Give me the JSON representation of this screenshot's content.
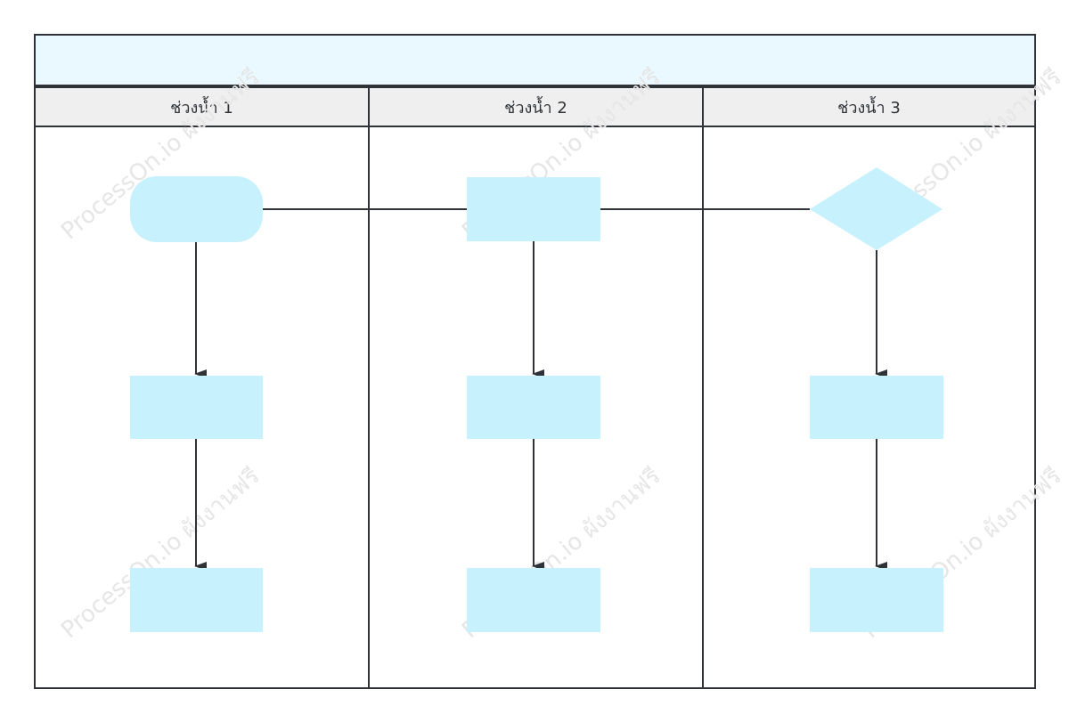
{
  "pool": {
    "title": ""
  },
  "lanes": [
    {
      "label": "ช่วงน้ำ 1"
    },
    {
      "label": "ช่วงน้ำ 2"
    },
    {
      "label": "ช่วงน้ำ 3"
    }
  ],
  "watermark": {
    "text": "ProcessOn.io ผังงานฟรี"
  },
  "colors": {
    "shape_fill": "#c6f1fd",
    "line": "#2f3337",
    "header_fill": "#efefef",
    "title_fill": "#eaf8ff"
  }
}
